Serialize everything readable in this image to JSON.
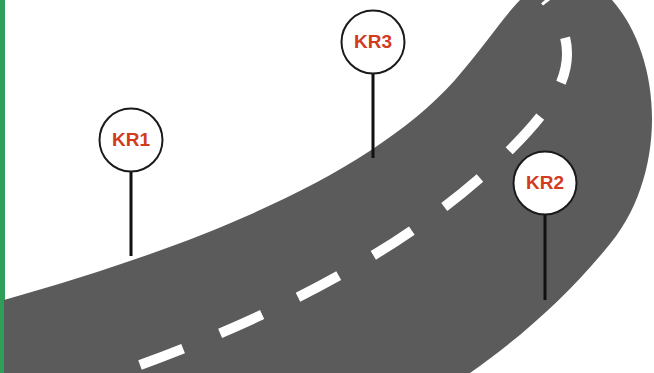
{
  "diagram": {
    "nodes": [
      {
        "text": [
          "KR1"
        ]
      },
      {
        "text": [
          "KR3"
        ]
      },
      {
        "text": [
          "KR2"
        ]
      }
    ]
  }
}
